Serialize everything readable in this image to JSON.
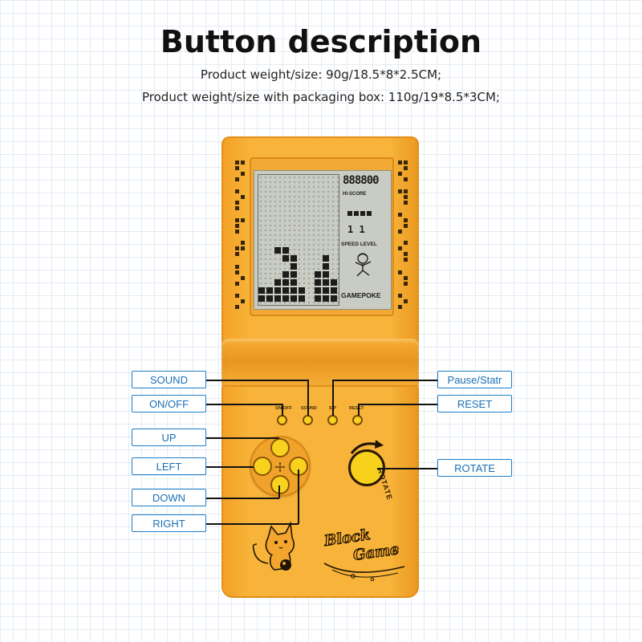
{
  "header": {
    "title": "Button description",
    "spec_line1": "Product weight/size: 90g/18.5*8*2.5CM;",
    "spec_line2": "Product weight/size with packaging box: 110g/19*8.5*3CM;"
  },
  "screen": {
    "score": "888800",
    "hi_score_label": "HI-SCORE",
    "speed_level_value": "1 1",
    "speed_level_label": "SPEED LEVEL",
    "brand": "GAMEPOKE"
  },
  "labels": {
    "sound": "SOUND",
    "on_off": "ON/OFF",
    "up": "UP",
    "left": "LEFT",
    "down": "DOWN",
    "right": "RIGHT",
    "pause_start": "Pause/Statr",
    "reset": "RESET",
    "rotate": "ROTATE"
  },
  "console": {
    "small_button_labels": [
      "ON/OFF",
      "SOUND",
      "S/P",
      "RESET"
    ],
    "rotate_button_text": "ROTATE",
    "logo_line1": "Block",
    "logo_line2": "Game"
  },
  "colors": {
    "console_orange": "#f8b43a",
    "button_yellow": "#f8d21d",
    "label_blue": "#1e7fc8",
    "lcd_background": "#c9ccc2"
  }
}
